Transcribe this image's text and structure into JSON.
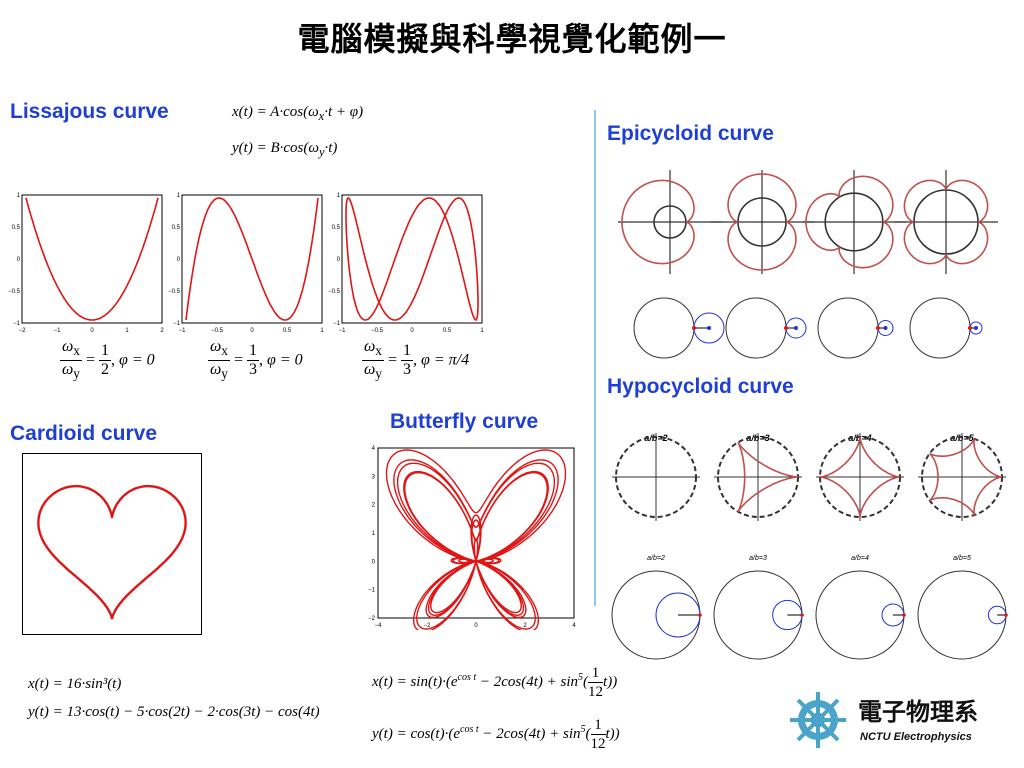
{
  "title": "電腦模擬與科學視覺化範例一",
  "lissajous": {
    "label": "Lissajous curve",
    "eq_x": "x(t) = A·cos(ω",
    "eq_x_sub": "x",
    "eq_x_tail": "·t + φ)",
    "eq_y": "y(t) = B·cos(ω",
    "eq_y_sub": "y",
    "eq_y_tail": "·t)",
    "plots": [
      {
        "wx_num": "1",
        "wx_den": "2",
        "phi": "φ = 0",
        "xticks": [
          "−2",
          "−1",
          "0",
          "1",
          "2"
        ],
        "yticks": [
          "1",
          "0.5",
          "0",
          "−0.5",
          "−1"
        ]
      },
      {
        "wx_num": "1",
        "wx_den": "3",
        "phi": "φ = 0",
        "xticks": [
          "−1",
          "−0.5",
          "0",
          "0.5",
          "1"
        ],
        "yticks": [
          "1",
          "0.5",
          "0",
          "−0.5",
          "−1"
        ]
      },
      {
        "wx_num": "1",
        "wx_den": "3",
        "phi": "φ = π/4",
        "xticks": [
          "−1",
          "−0.5",
          "0",
          "0.5",
          "1"
        ],
        "yticks": [
          "1",
          "0.5",
          "0",
          "−0.5",
          "−1"
        ]
      }
    ]
  },
  "epicycloid": {
    "label": "Epicycloid curve"
  },
  "hypocycloid": {
    "label": "Hypocycloid curve",
    "ratios_top": [
      "a/b=2",
      "a/b=3",
      "a/b=4",
      "a/b=5"
    ],
    "ratios_bottom": [
      "a/b=2",
      "a/b=3",
      "a/b=4",
      "a/b=5"
    ]
  },
  "cardioid": {
    "label": "Cardioid curve",
    "eq_x": "x(t) = 16·sin³(t)",
    "eq_y": "y(t) = 13·cos(t) − 5·cos(2t) − 2·cos(3t) − cos(4t)"
  },
  "butterfly": {
    "label": "Butterfly curve",
    "eq_x": "x(t) = sin(t)·(e",
    "eq_y": "y(t) = cos(t)·(e",
    "exp": "cos t",
    "mid": " − 2cos(4t) + sin",
    "pow": "5",
    "open": "(",
    "frac_num": "1",
    "frac_den": "12",
    "close": "t))",
    "xticks": [
      "−4",
      "−2",
      "0",
      "2",
      "4"
    ],
    "yticks": [
      "4",
      "3",
      "2",
      "1",
      "0",
      "−1",
      "−2"
    ]
  },
  "logo": {
    "chinese": "電子物理系",
    "english": "NCTU Electrophysics"
  },
  "colors": {
    "title": "#000000",
    "label": "#1f3fd2",
    "curve": "#e01515",
    "divider": "#8ec6ea",
    "circle": "#333333",
    "small_circle": "#2233cc"
  }
}
